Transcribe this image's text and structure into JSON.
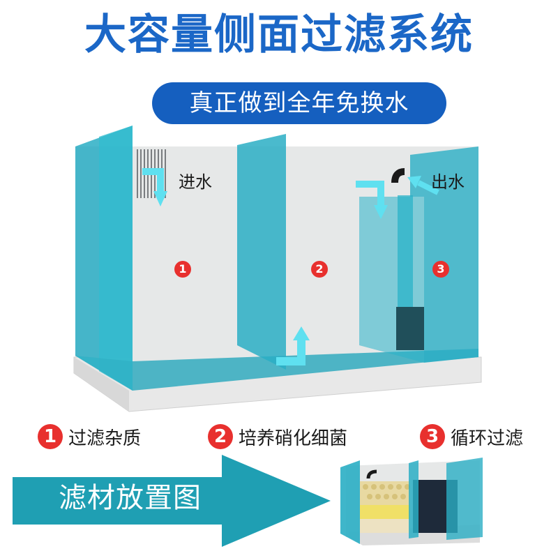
{
  "headline": "大容量侧面过滤系统",
  "subheadline": "真正做到全年免换水",
  "tank": {
    "inflow_label": "进水",
    "outflow_label": "出水",
    "chambers": [
      "1",
      "2",
      "3"
    ]
  },
  "legend": [
    {
      "number": "1",
      "text": "过滤杂质"
    },
    {
      "number": "2",
      "text": "培养硝化细菌"
    },
    {
      "number": "3",
      "text": "循环过滤"
    }
  ],
  "media_banner": {
    "label": "滤材放置图"
  },
  "colors": {
    "headline_blue": "#1b67c7",
    "pill_blue": "#155fbf",
    "glass_teal": "#2aaec4",
    "arrow_teal": "#1f9fb3",
    "badge_red": "#e8302e"
  }
}
